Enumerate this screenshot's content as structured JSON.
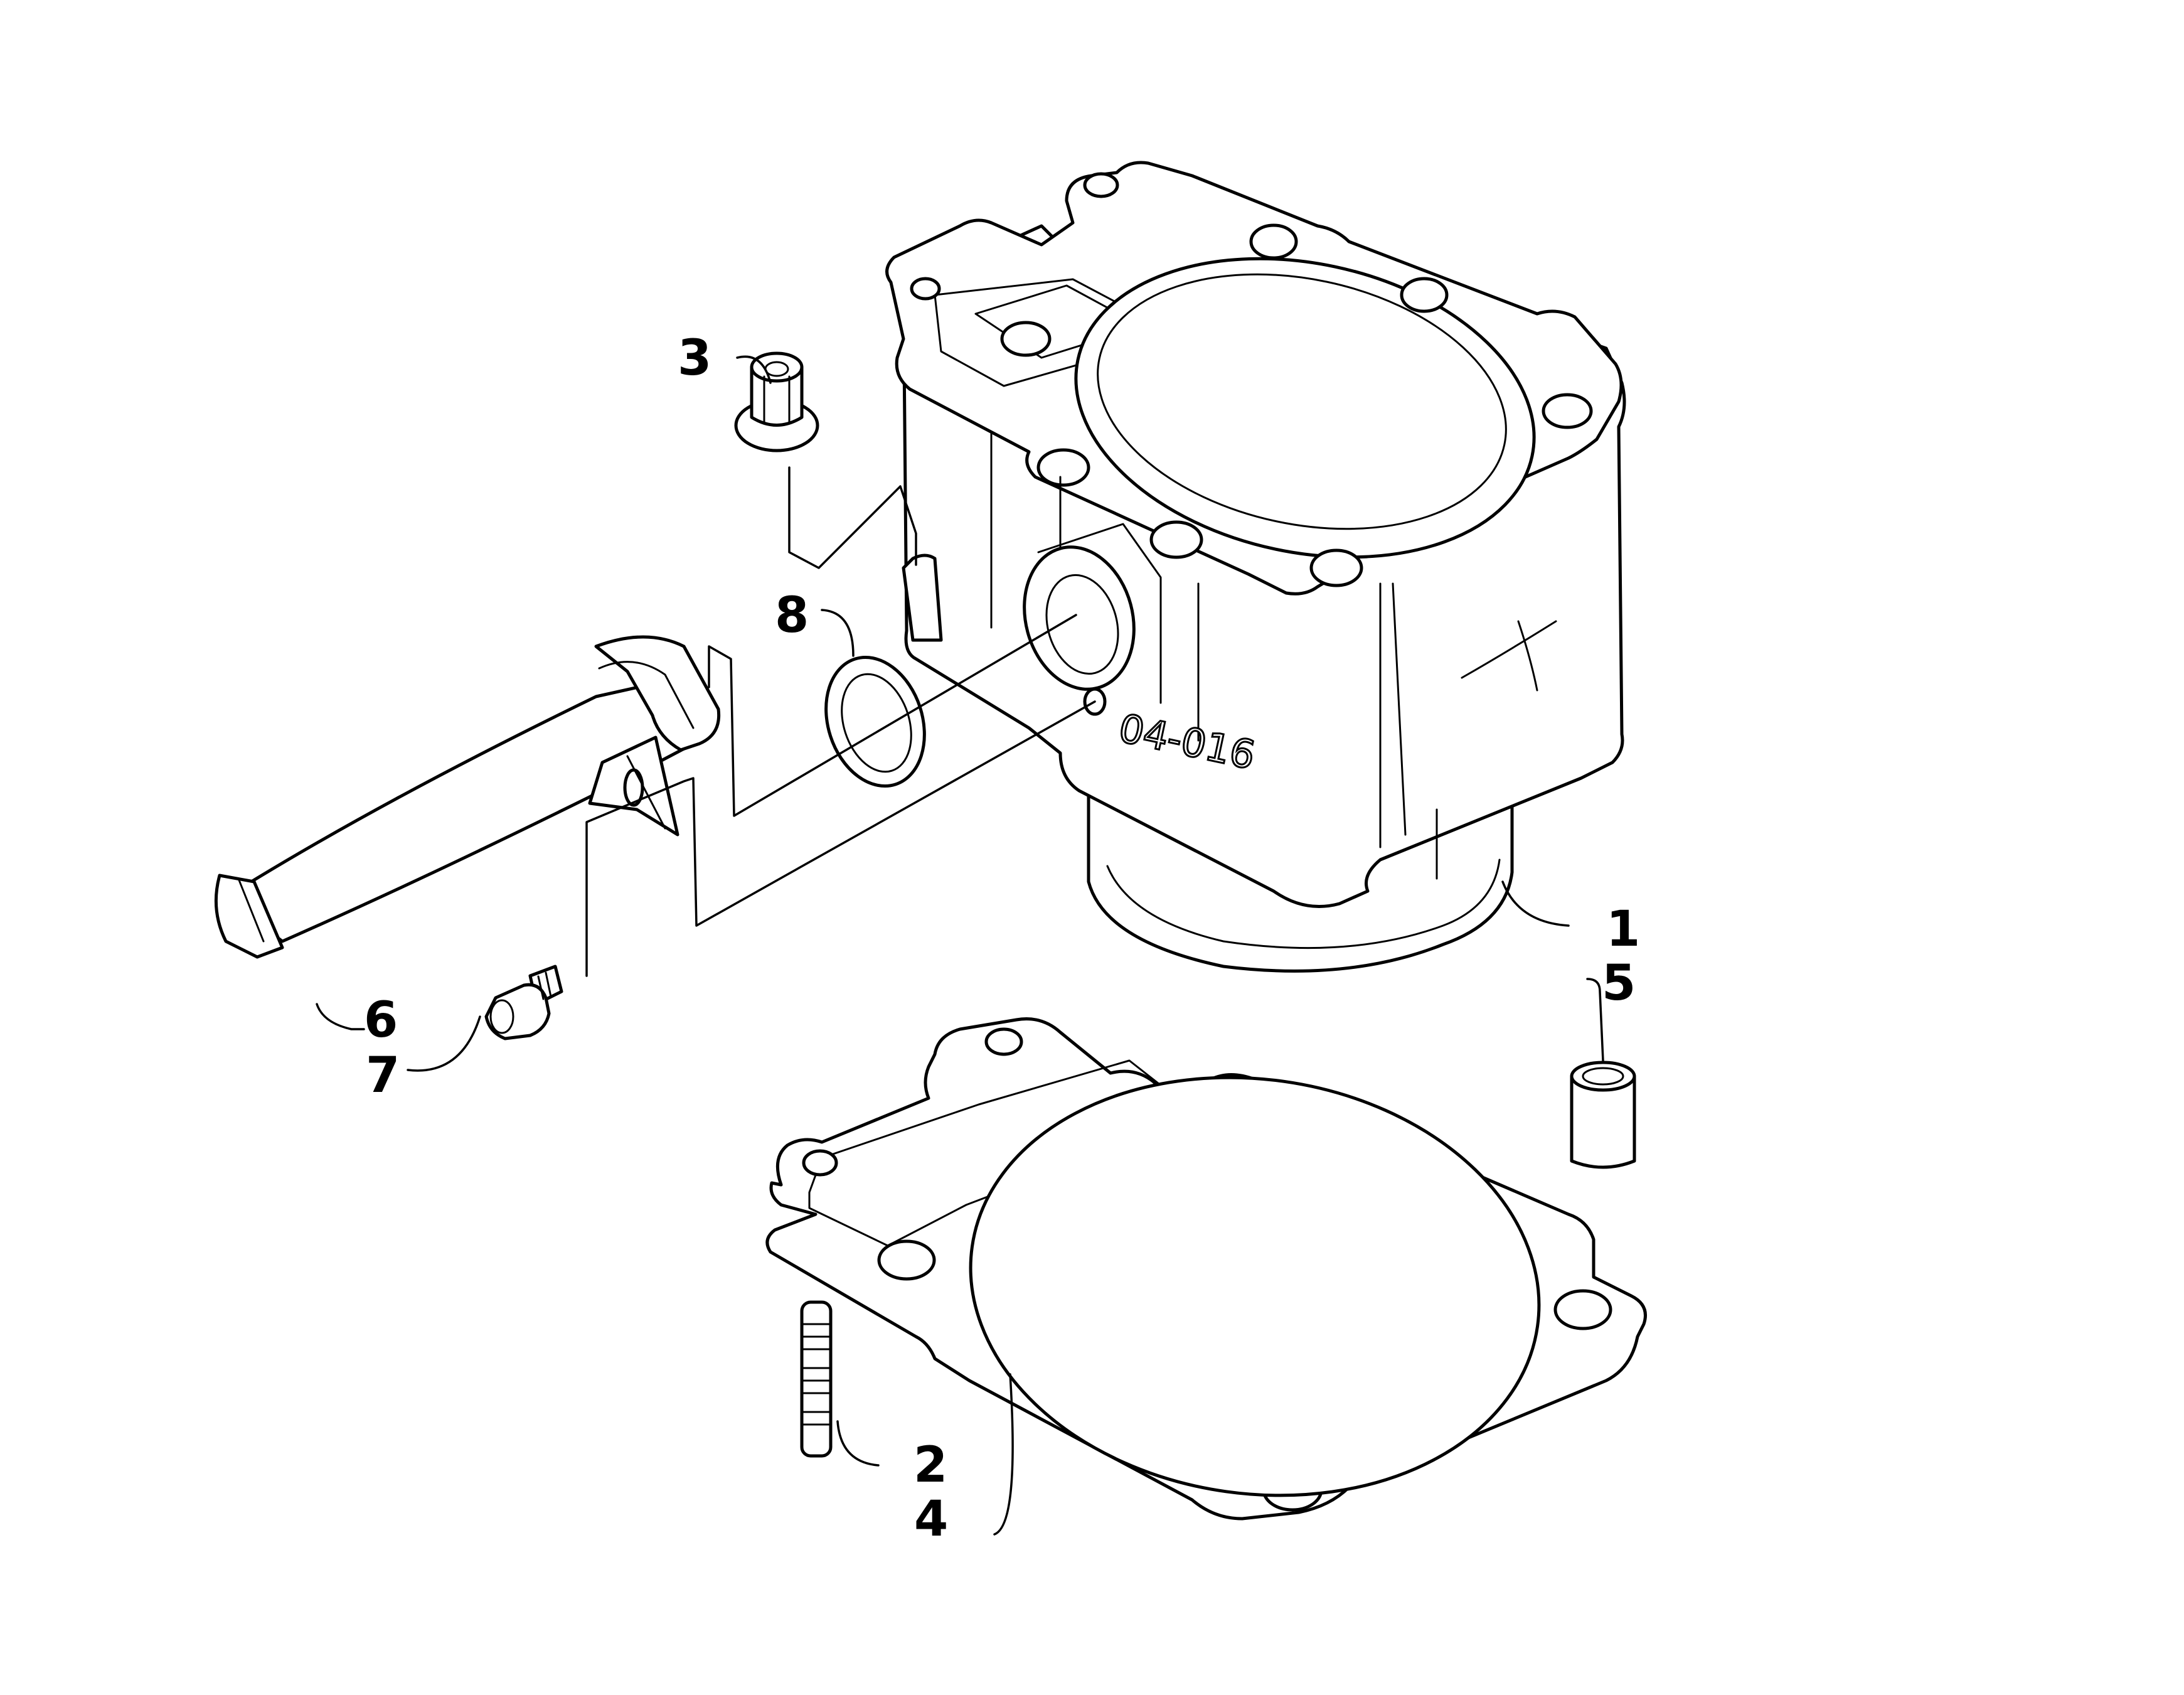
{
  "callouts": {
    "c1": "1",
    "c2": "2",
    "c3": "3",
    "c4": "4",
    "c5": "5",
    "c6": "6",
    "c7": "7",
    "c8": "8"
  },
  "cylinder_casting_mark": "04-016",
  "colors": {
    "line": "#000000",
    "background": "#ffffff"
  }
}
